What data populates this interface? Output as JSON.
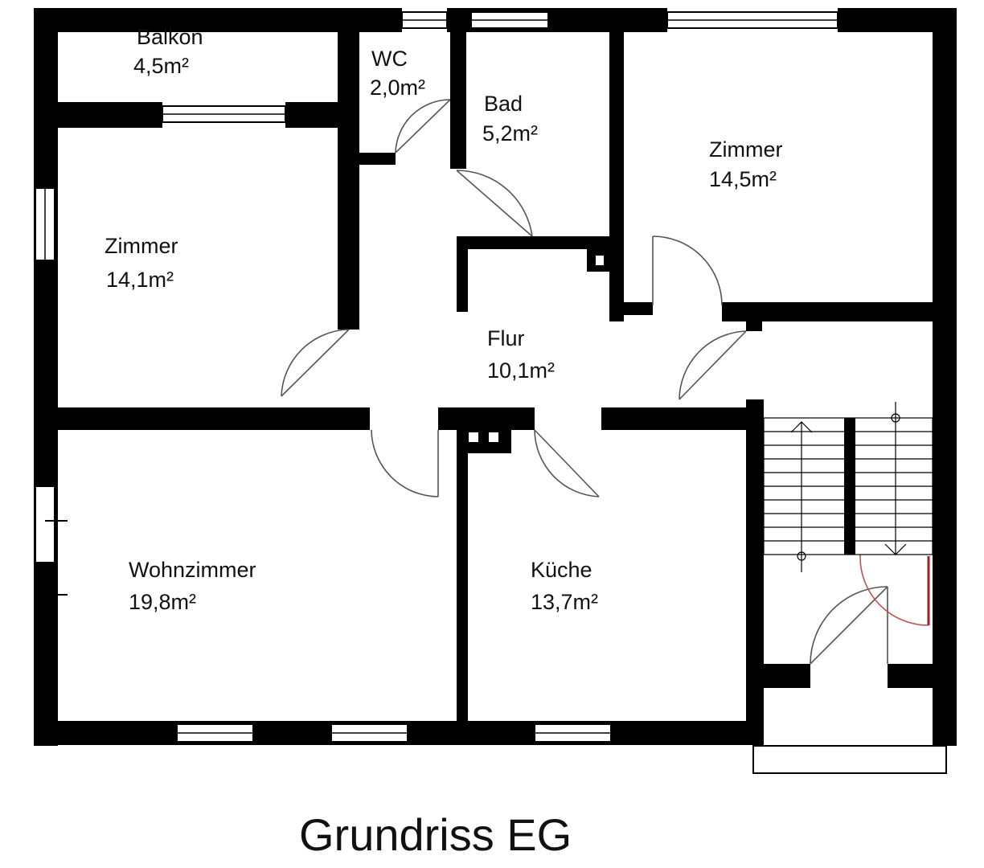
{
  "rooms": {
    "balkon": {
      "name": "Balkon",
      "area": "4,5m²"
    },
    "wc": {
      "name": "WC",
      "area": "2,0m²"
    },
    "bad": {
      "name": "Bad",
      "area": "5,2m²"
    },
    "zimmer_right": {
      "name": "Zimmer",
      "area": "14,5m²"
    },
    "zimmer_left": {
      "name": "Zimmer",
      "area": "14,1m²"
    },
    "flur": {
      "name": "Flur",
      "area": "10,1m²"
    },
    "wohnzimmer": {
      "name": "Wohnzimmer",
      "area": "19,8m²"
    },
    "kueche": {
      "name": "Küche",
      "area": "13,7m²"
    }
  },
  "caption": "Grundriss EG",
  "colors": {
    "wall": "#000000",
    "door_arc": "#555555",
    "entry_door_arc": "#c05050"
  }
}
